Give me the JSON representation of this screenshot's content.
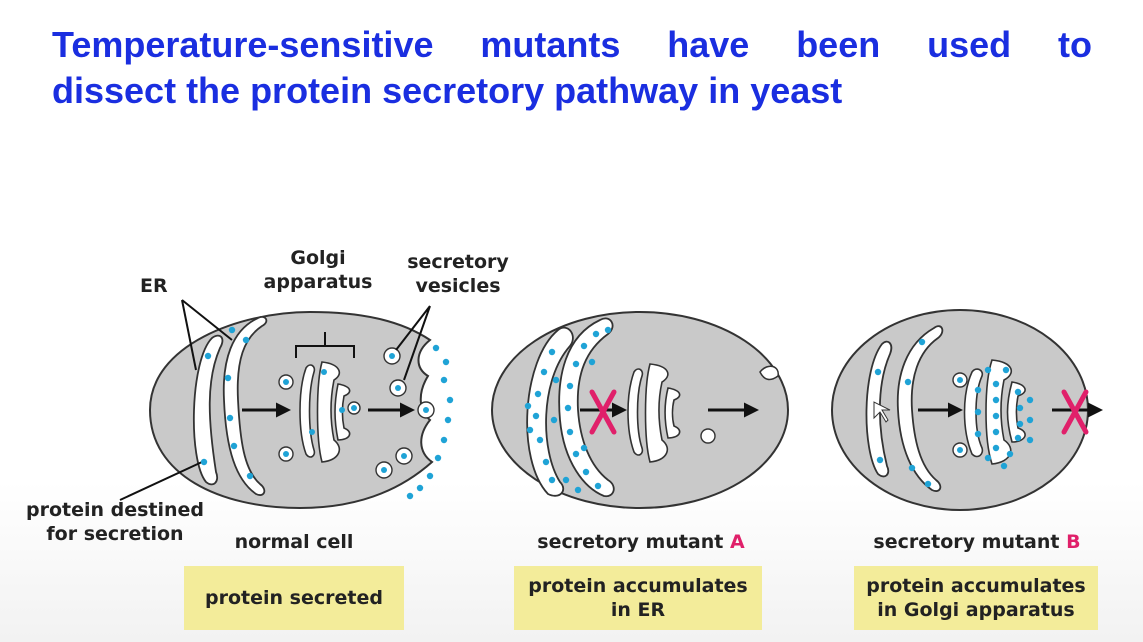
{
  "title": {
    "line1": [
      "Temperature-sensitive",
      "mutants",
      "have",
      "been",
      "used",
      "to"
    ],
    "line2": "dissect the protein secretory pathway in yeast"
  },
  "labels": {
    "er": "ER",
    "golgi": [
      "Golgi",
      "apparatus"
    ],
    "secretory_vesicles": [
      "secretory",
      "vesicles"
    ],
    "protein_destined": [
      "protein destined",
      "for secretion"
    ]
  },
  "cells": [
    {
      "caption": "normal cell",
      "caption_suffix": "",
      "result": [
        "protein secreted"
      ]
    },
    {
      "caption": "secretory mutant ",
      "caption_suffix": "A",
      "result": [
        "protein accumulates",
        "in ER"
      ]
    },
    {
      "caption": "secretory mutant ",
      "caption_suffix": "B",
      "result": [
        "protein accumulates",
        "in Golgi apparatus"
      ]
    }
  ],
  "colors": {
    "title": "#1a2ee0",
    "cell_fill": "#c9c9c9",
    "dot": "#1fa3d6",
    "block_x": "#e0206a",
    "result_box": "#f3ec9a"
  }
}
